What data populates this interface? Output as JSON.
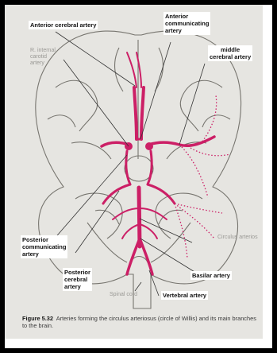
{
  "labels": {
    "anterior_cerebral": "Anterior cerebral artery",
    "anterior_communicating": "Anterior\ncommunicating\nartery",
    "internal_carotid": "R. internal\ncarotid\nartery",
    "middle_cerebral": "middle\ncerebral artery",
    "posterior_communicating": "Posterior\ncommunicating\nartery",
    "posterior_cerebral": "Posterior\ncerebral\nartery",
    "circulus": "Circulus arterios",
    "basilar": "Basilar artery",
    "vertebral": "Vertebral artery",
    "spinal_cord": "Spinal cord"
  },
  "caption": {
    "figure": "Figure 5.32",
    "text": "Arteries forming the circulus arteriosus (circle of Willis) and its main branches to the brain."
  },
  "colors": {
    "artery": "#cc1f66",
    "background": "#e6e5e1",
    "outline": "#77756f"
  }
}
